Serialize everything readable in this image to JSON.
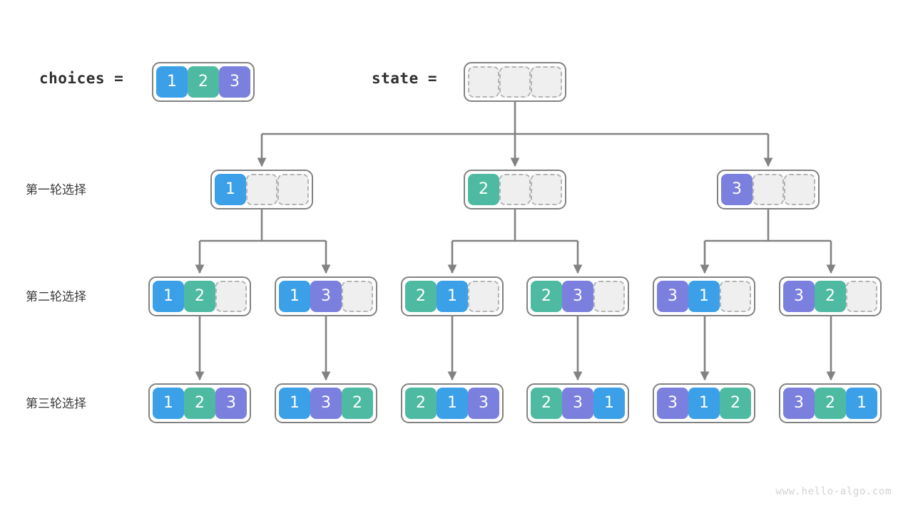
{
  "header": {
    "choices_label": "choices =",
    "state_label": "state ="
  },
  "watermark": "www.hello-algo.com",
  "colors": {
    "value_1": "#3ba0e8",
    "value_2": "#4fbaa2",
    "value_3": "#7b80de",
    "empty_fill": "#efefef",
    "empty_border": "#b4b4b4",
    "box_border": "#828282",
    "edge": "#828282",
    "text_dark": "#2f2f2f",
    "watermark": "#d2d2d2"
  },
  "rows": [
    {
      "label": "第一轮选择"
    },
    {
      "label": "第二轮选择"
    },
    {
      "label": "第三轮选择"
    }
  ],
  "choices_array": {
    "cells": [
      "1",
      "2",
      "3"
    ]
  },
  "state_array": {
    "cells": [
      "",
      "",
      ""
    ]
  },
  "level1": [
    {
      "cells": [
        "1",
        "",
        ""
      ]
    },
    {
      "cells": [
        "2",
        "",
        ""
      ]
    },
    {
      "cells": [
        "3",
        "",
        ""
      ]
    }
  ],
  "level2": [
    {
      "cells": [
        "1",
        "2",
        ""
      ]
    },
    {
      "cells": [
        "1",
        "3",
        ""
      ]
    },
    {
      "cells": [
        "2",
        "1",
        ""
      ]
    },
    {
      "cells": [
        "2",
        "3",
        ""
      ]
    },
    {
      "cells": [
        "3",
        "1",
        ""
      ]
    },
    {
      "cells": [
        "3",
        "2",
        ""
      ]
    }
  ],
  "level3": [
    {
      "cells": [
        "1",
        "2",
        "3"
      ]
    },
    {
      "cells": [
        "1",
        "3",
        "2"
      ]
    },
    {
      "cells": [
        "2",
        "1",
        "3"
      ]
    },
    {
      "cells": [
        "2",
        "3",
        "1"
      ]
    },
    {
      "cells": [
        "3",
        "1",
        "2"
      ]
    },
    {
      "cells": [
        "3",
        "2",
        "1"
      ]
    }
  ]
}
